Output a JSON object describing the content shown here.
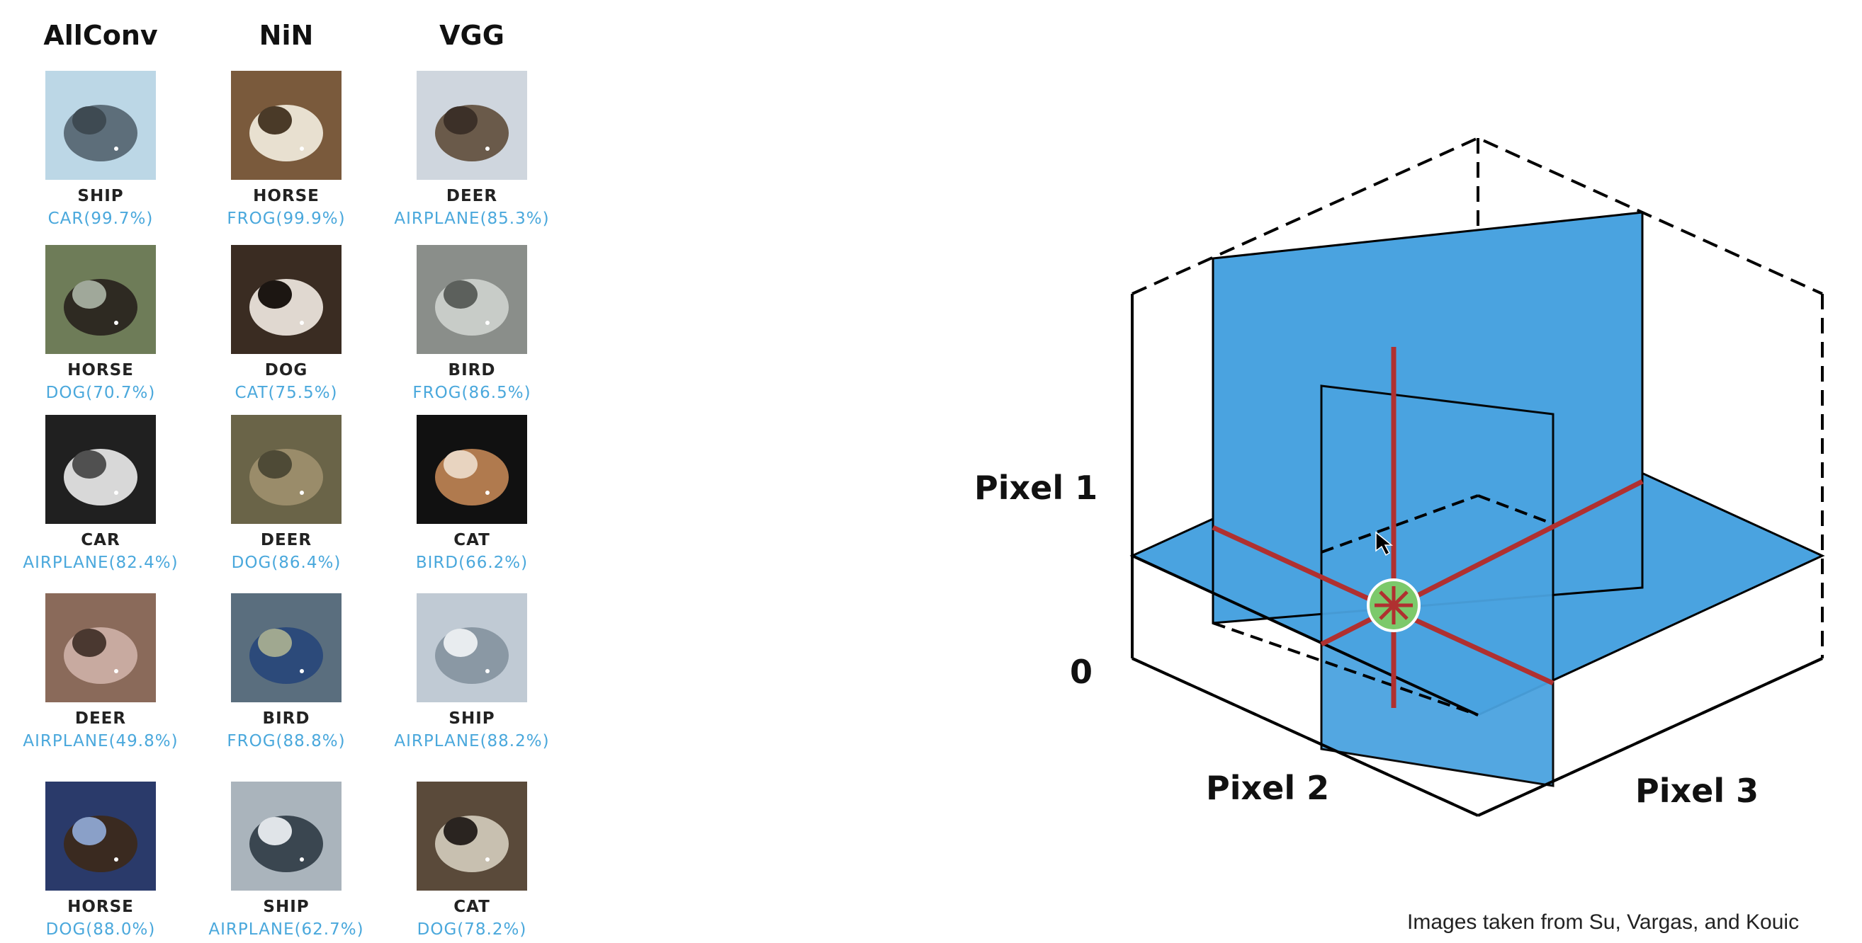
{
  "columns": [
    "AllConv",
    "NiN",
    "VGG"
  ],
  "grid": [
    [
      {
        "label": "SHIP",
        "pred": "CAR(99.7%)"
      },
      {
        "label": "HORSE",
        "pred": "FROG(99.9%)"
      },
      {
        "label": "DEER",
        "pred": "AIRPLANE(85.3%)"
      }
    ],
    [
      {
        "label": "HORSE",
        "pred": "DOG(70.7%)"
      },
      {
        "label": "DOG",
        "pred": "CAT(75.5%)"
      },
      {
        "label": "BIRD",
        "pred": "FROG(86.5%)"
      }
    ],
    [
      {
        "label": "CAR",
        "pred": "AIRPLANE(82.4%)"
      },
      {
        "label": "DEER",
        "pred": "DOG(86.4%)"
      },
      {
        "label": "CAT",
        "pred": "BIRD(66.2%)"
      }
    ],
    [
      {
        "label": "DEER",
        "pred": "AIRPLANE(49.8%)"
      },
      {
        "label": "BIRD",
        "pred": "FROG(88.8%)"
      },
      {
        "label": "SHIP",
        "pred": "AIRPLANE(88.2%)"
      }
    ],
    [
      {
        "label": "HORSE",
        "pred": "DOG(88.0%)"
      },
      {
        "label": "SHIP",
        "pred": "AIRPLANE(62.7%)"
      },
      {
        "label": "CAT",
        "pred": "DOG(78.2%)"
      }
    ]
  ],
  "diagram": {
    "axis1": "Pixel 1",
    "axis2": "Pixel 2",
    "axis3": "Pixel 3",
    "origin": "0",
    "plane_color": "#4aa3e0",
    "line_color": "#b03030",
    "point_color": "#7cc96b"
  },
  "citation": "Images taken from Su, Vargas, and Kouic"
}
